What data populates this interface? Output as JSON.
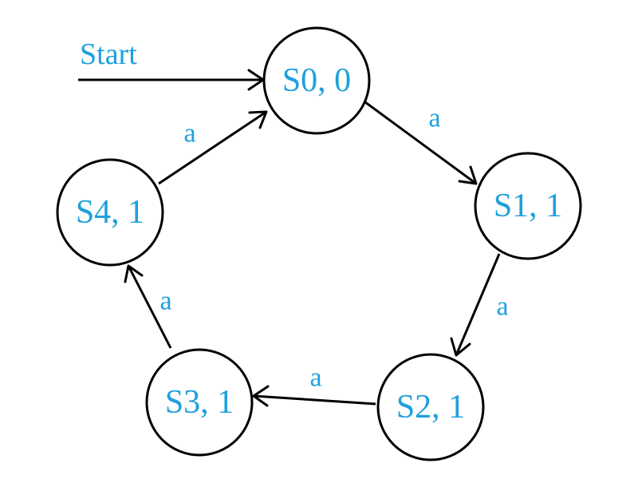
{
  "colors": {
    "text": "#1ea0dc",
    "line": "#000000",
    "background": "#ffffff"
  },
  "start": {
    "label": "Start"
  },
  "states": [
    {
      "id": "s0",
      "label": "S0, 0"
    },
    {
      "id": "s1",
      "label": "S1, 1"
    },
    {
      "id": "s2",
      "label": "S2, 1"
    },
    {
      "id": "s3",
      "label": "S3, 1"
    },
    {
      "id": "s4",
      "label": "S4, 1"
    }
  ],
  "transitions": [
    {
      "from": "s0",
      "to": "s1",
      "label": "a"
    },
    {
      "from": "s1",
      "to": "s2",
      "label": "a"
    },
    {
      "from": "s2",
      "to": "s3",
      "label": "a"
    },
    {
      "from": "s3",
      "to": "s4",
      "label": "a"
    },
    {
      "from": "s4",
      "to": "s0",
      "label": "a"
    }
  ]
}
